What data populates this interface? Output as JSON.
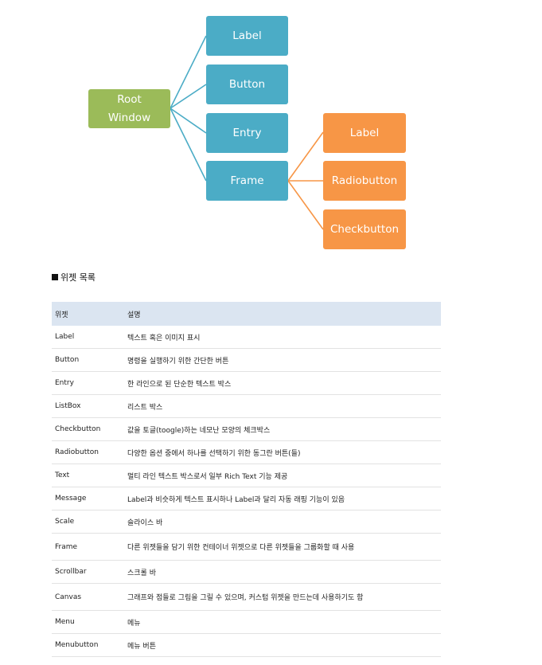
{
  "diagram": {
    "root": {
      "line1": "Root",
      "line2": "Window"
    },
    "children": [
      "Label",
      "Button",
      "Entry",
      "Frame"
    ],
    "frame_children": [
      "Label",
      "Radiobutton",
      "Checkbutton"
    ],
    "colors": {
      "root": "#9bbb59",
      "child": "#4bacc6",
      "frame_child": "#f79646"
    }
  },
  "section": {
    "title": "위젯 목록"
  },
  "table": {
    "headers": [
      "위젯",
      "설명"
    ],
    "rows": [
      [
        "Label",
        "텍스트 혹은 이미지 표시"
      ],
      [
        "Button",
        "명령을 실행하기 위한 간단한 버튼"
      ],
      [
        "Entry",
        "한 라인으로 된 단순한 텍스트 박스"
      ],
      [
        "ListBox",
        "리스트 박스"
      ],
      [
        "Checkbutton",
        "값을 토글(toogle)하는 네모난 모양의 체크박스"
      ],
      [
        "Radiobutton",
        "다양한 옵션 중에서 하나를 선택하기 위한 동그란 버튼(들)"
      ],
      [
        "Text",
        "멀티 라인 텍스트 박스로서 일부 Rich Text 기능 제공"
      ],
      [
        "Message",
        "Label과 비슷하게 텍스트 표시하나 Label과 달리 자동 래핑 기능이 있음"
      ],
      [
        "Scale",
        "슬라이스 바"
      ],
      [
        "Frame",
        "다른 위젯들을 담기 위한 컨테이너 위젯으로 다른 위젯들을 그룹화할 때 사용"
      ],
      [
        "Scrollbar",
        "스크롤 바"
      ],
      [
        "Canvas",
        "그래프와 점들로 그림을 그릴 수 있으며, 커스텀 위젯을 만드는데 사용하기도 함"
      ],
      [
        "Menu",
        "메뉴"
      ],
      [
        "Menubutton",
        "메뉴 버튼"
      ]
    ]
  }
}
